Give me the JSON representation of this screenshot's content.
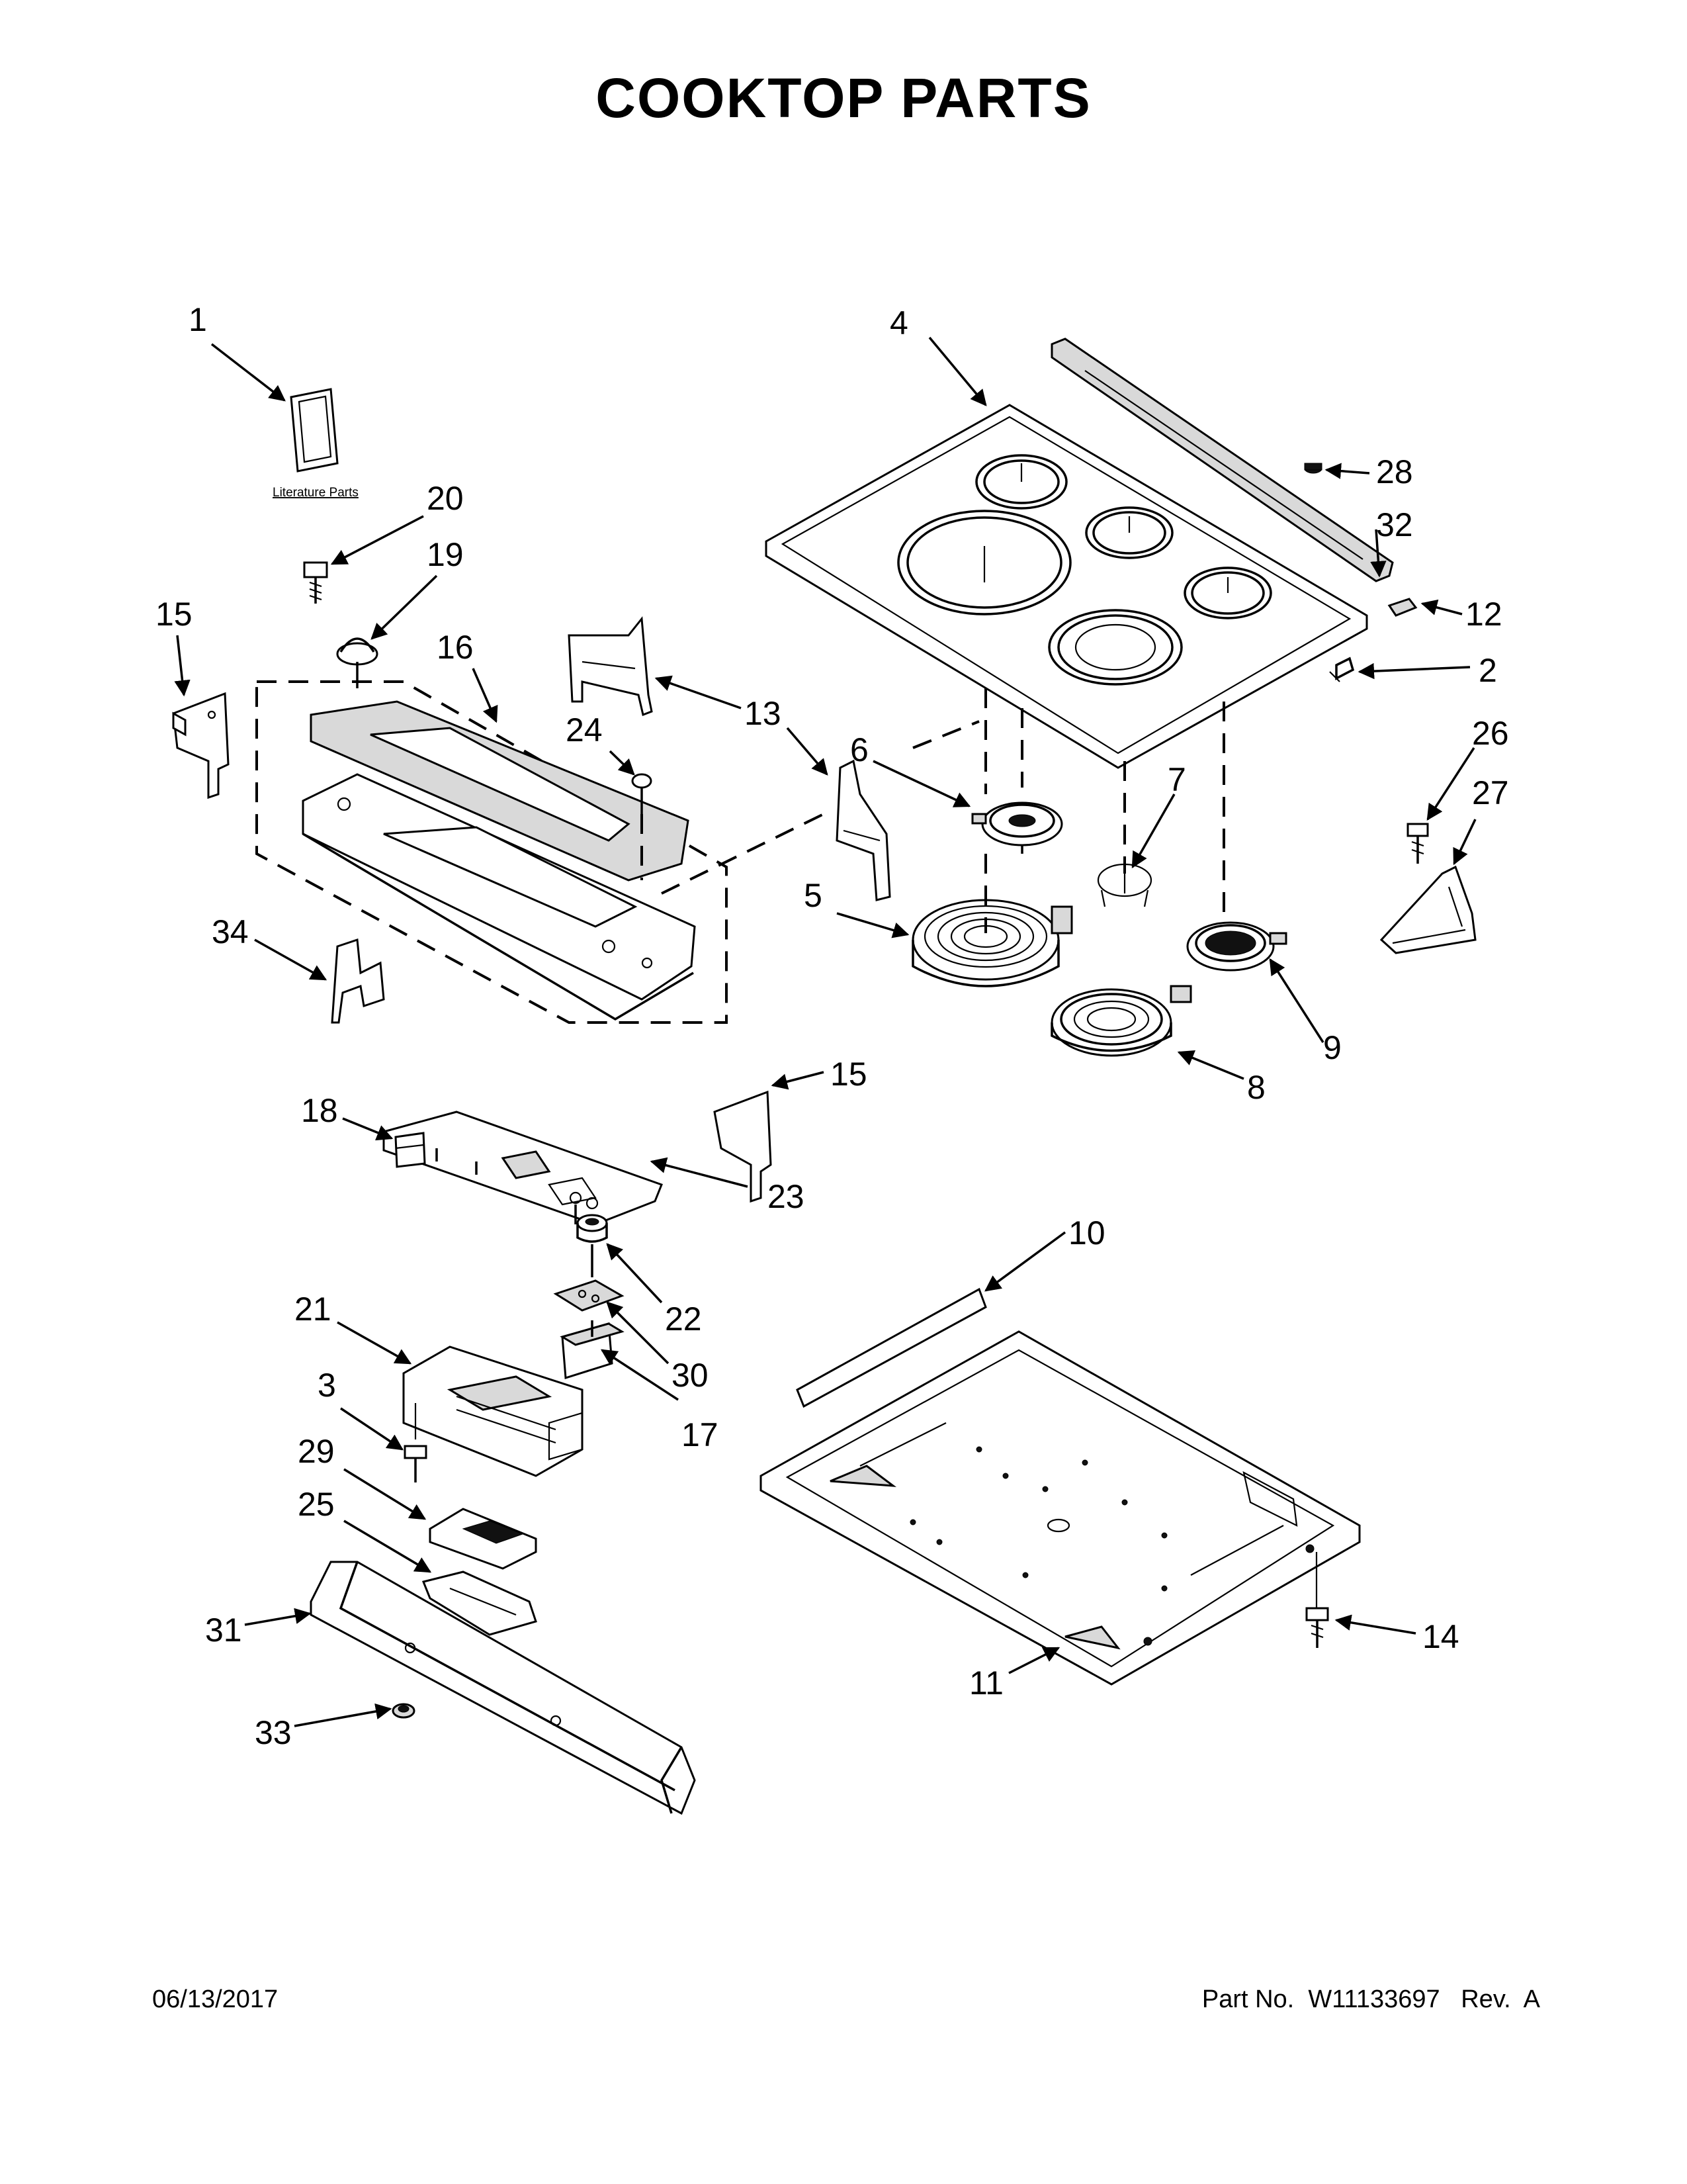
{
  "title": "COOKTOP PARTS",
  "literature_label": "Literature Parts",
  "footer": {
    "date": "06/13/2017",
    "part_text": "Part No.  W11133697   Rev.  A"
  },
  "callouts": [
    "1",
    "20",
    "19",
    "15",
    "16",
    "24",
    "13",
    "34",
    "15",
    "18",
    "23",
    "4",
    "28",
    "32",
    "12",
    "2",
    "26",
    "27",
    "6",
    "5",
    "7",
    "9",
    "8",
    "10",
    "22",
    "21",
    "30",
    "3",
    "17",
    "29",
    "25",
    "31",
    "33",
    "11",
    "14"
  ]
}
